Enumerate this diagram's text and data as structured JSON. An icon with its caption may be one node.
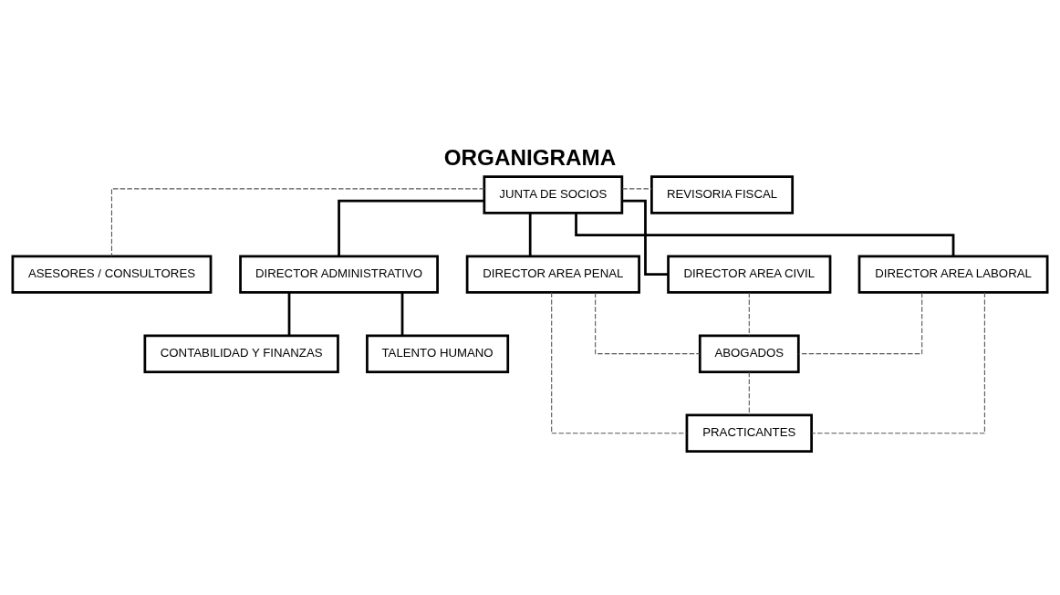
{
  "diagram": {
    "title": "ORGANIGRAMA",
    "nodes": [
      {
        "text": [
          "JUNTA DE SOCIOS"
        ]
      },
      {
        "text": [
          "REVISORIA FISCAL"
        ]
      },
      {
        "text": [
          "ASESORES / CONSULTORES"
        ]
      },
      {
        "text": [
          "DIRECTOR ADMINISTRATIVO"
        ]
      },
      {
        "text": [
          "DIRECTOR AREA PENAL"
        ]
      },
      {
        "text": [
          "DIRECTOR AREA CIVIL"
        ]
      },
      {
        "text": [
          "DIRECTOR AREA LABORAL"
        ]
      },
      {
        "text": [
          "TALENTO HUMANO"
        ]
      },
      {
        "text": [
          "CONTABILIDAD Y FINANZAS"
        ]
      },
      {
        "text": [
          "ABOGADOS"
        ]
      },
      {
        "text": [
          "PRACTICANTES"
        ]
      }
    ],
    "edges": [
      {
        "from": 0,
        "to": 1,
        "arrow": "none",
        "style": "dashed"
      },
      {
        "from": 0,
        "to": 2,
        "arrow": "none",
        "style": "dashed"
      },
      {
        "from": 0,
        "to": 3,
        "arrow": "none"
      },
      {
        "from": 0,
        "to": 4,
        "arrow": "none"
      },
      {
        "from": 0,
        "to": 5,
        "arrow": "none"
      },
      {
        "from": 0,
        "to": 6,
        "arrow": "none"
      },
      {
        "from": 3,
        "to": 7,
        "arrow": "none"
      },
      {
        "from": 3,
        "to": 8,
        "arrow": "none"
      },
      {
        "from": 4,
        "to": 9,
        "arrow": "none",
        "style": "dashed"
      },
      {
        "from": 5,
        "to": 9,
        "arrow": "none",
        "style": "dashed"
      },
      {
        "from": 6,
        "to": 9,
        "arrow": "none",
        "style": "dashed"
      },
      {
        "from": 4,
        "to": 10,
        "arrow": "none",
        "style": "dashed"
      },
      {
        "from": 9,
        "to": 10,
        "arrow": "none",
        "style": "dashed"
      },
      {
        "from": 6,
        "to": 10,
        "arrow": "none",
        "style": "dashed"
      }
    ]
  }
}
